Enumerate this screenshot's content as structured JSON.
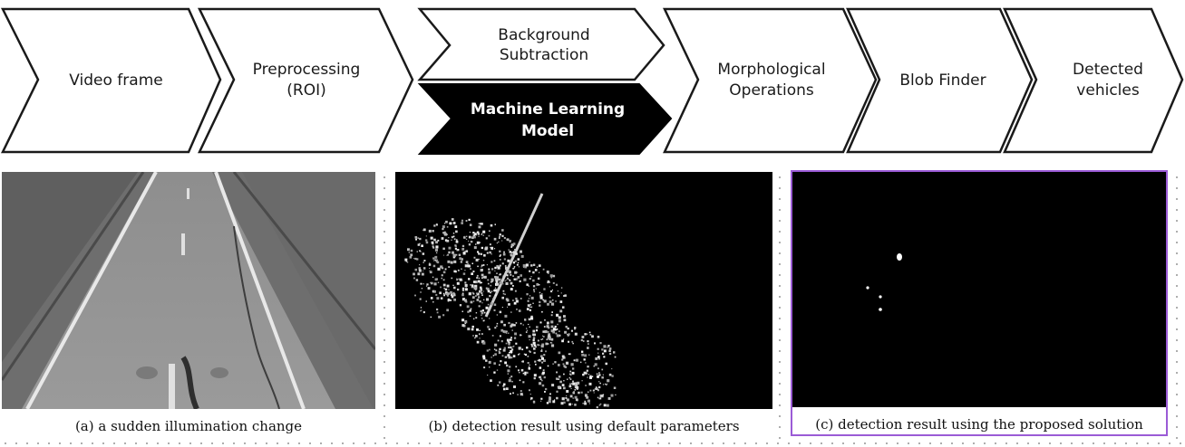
{
  "pipeline": {
    "steps": [
      {
        "line1": "Video frame",
        "line2": ""
      },
      {
        "line1": "Preprocessing",
        "line2": "(ROI)"
      },
      {
        "line1": "Background",
        "line2": "Subtraction"
      },
      {
        "line1": "Machine Learning",
        "line2": "Model"
      },
      {
        "line1": "Morphological",
        "line2": "Operations"
      },
      {
        "line1": "Blob Finder",
        "line2": ""
      },
      {
        "line1": "Detected",
        "line2": "vehicles"
      }
    ]
  },
  "panels": {
    "a": {
      "caption": "(a) a sudden illumination change"
    },
    "b": {
      "caption": "(b) detection result using default parameters"
    },
    "c": {
      "caption": "(c) detection result using the proposed solution"
    }
  },
  "colors": {
    "outline": "#1a1a1a",
    "highlight_fill": "#000000",
    "highlight_text": "#ffffff",
    "panel_c_border": "#9b5bd6"
  }
}
